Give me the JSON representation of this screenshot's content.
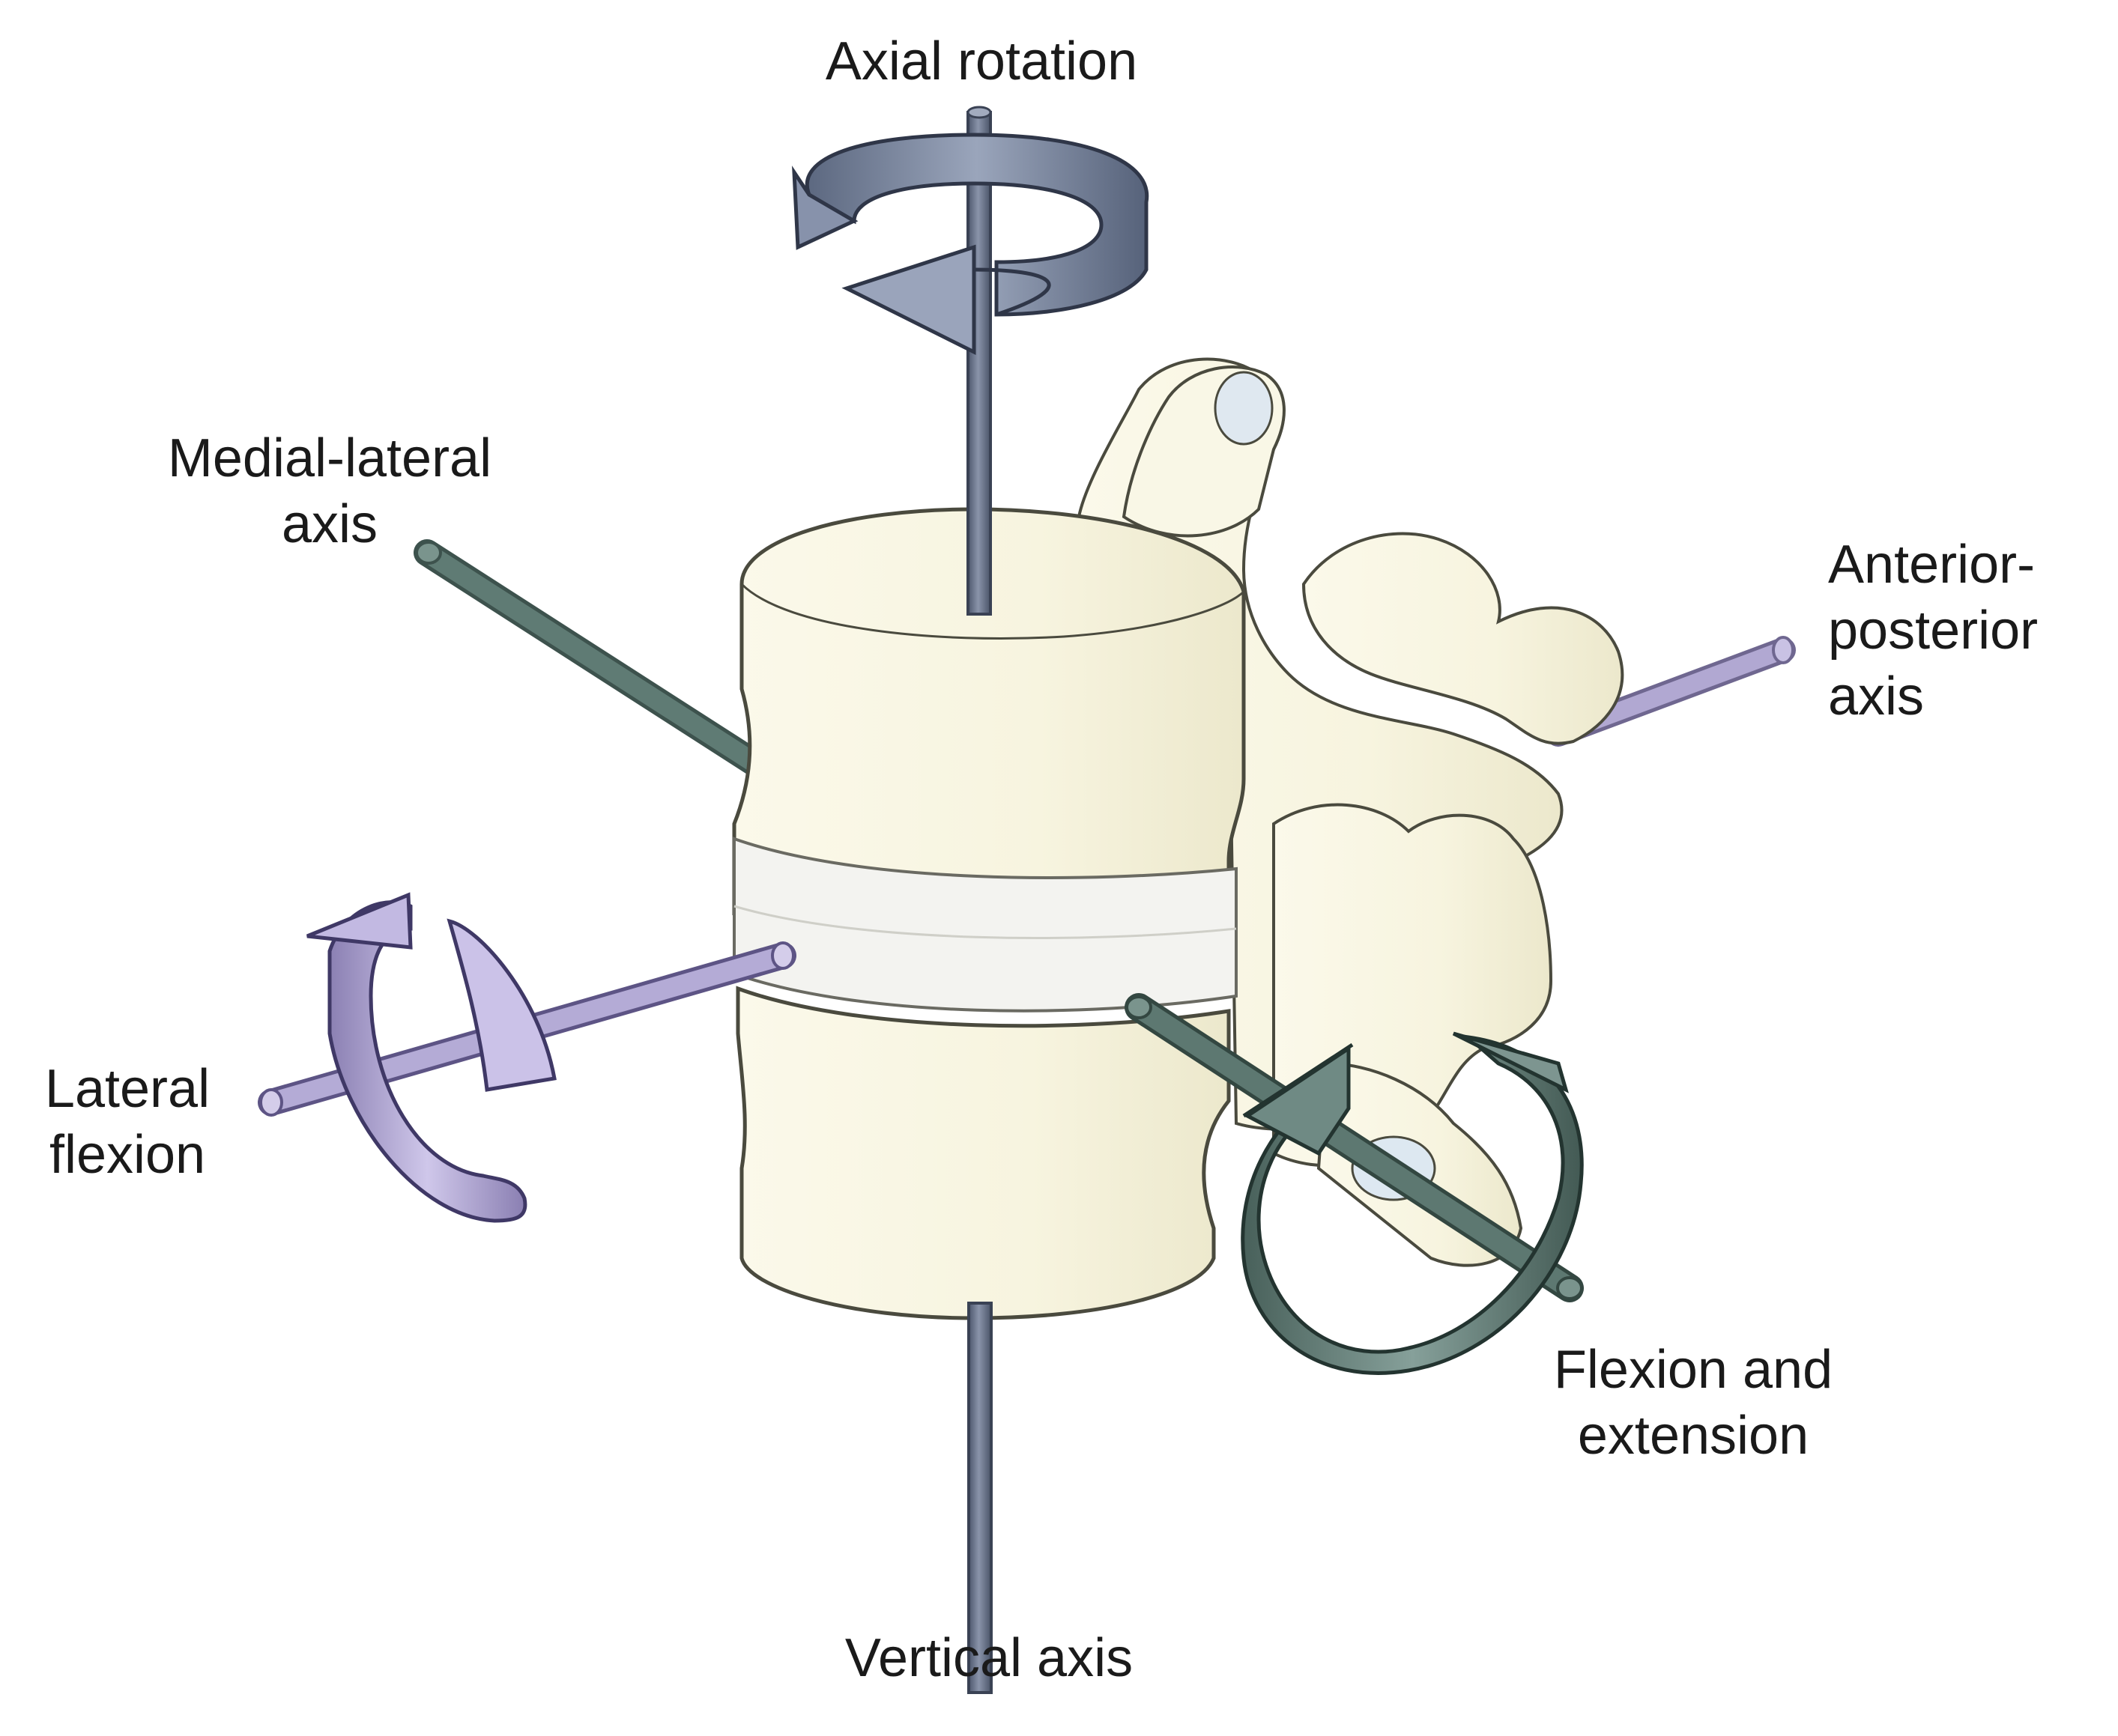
{
  "labels": {
    "axial_rotation": "Axial rotation",
    "medial_lateral_axis": [
      "Medial-lateral",
      "axis"
    ],
    "anterior_posterior_axis": [
      "Anterior-",
      "posterior",
      "axis"
    ],
    "lateral_flexion": [
      "Lateral",
      "flexion"
    ],
    "flexion_extension": [
      "Flexion and",
      "extension"
    ],
    "vertical_axis": "Vertical axis"
  },
  "colors": {
    "vertical_axis": "#5f6b82",
    "medial_lateral_axis": "#5b7872",
    "anterior_posterior_axis": "#a59cc4",
    "axial_rotation_arrow": "#6f7c96",
    "lateral_flexion_arrow": "#a99fcc",
    "flexion_extension_arrow": "#5d766f",
    "bone": "#f6f3de",
    "bone_outline": "#4a4a3e",
    "disc": "#f2f2ef"
  }
}
